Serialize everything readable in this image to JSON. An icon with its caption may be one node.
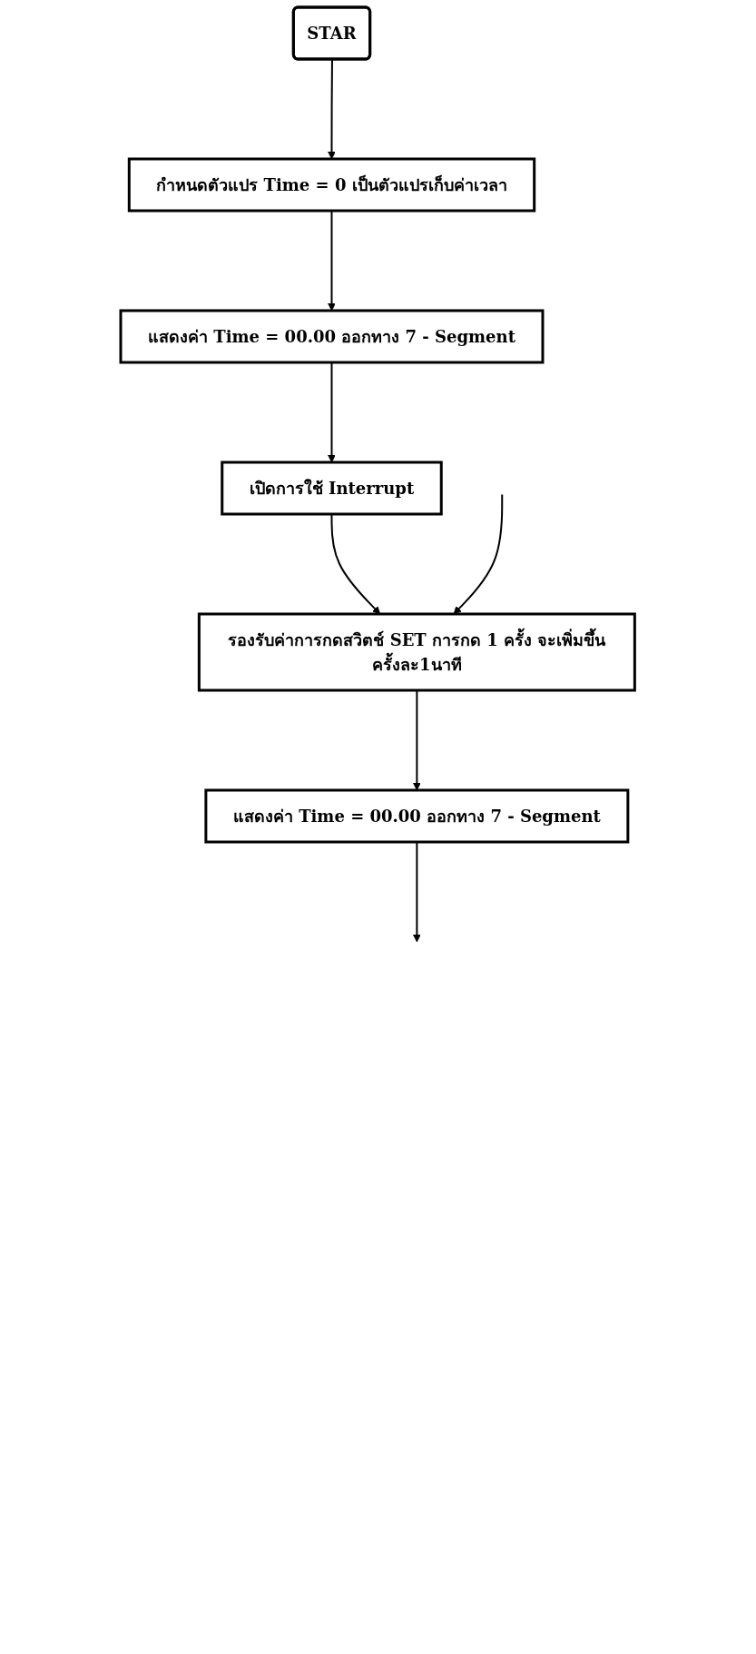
{
  "diagram": {
    "nodes": [
      {
        "text": [
          "STAR"
        ]
      },
      {
        "text": [
          "กำหนดตัวแปร  Time = 0 เป็นตัวแปรเก็บค่าเวลา"
        ]
      },
      {
        "text": [
          "แสดงค่า  Time = 00.00 ออกทาง 7 - Segment"
        ]
      },
      {
        "text": [
          "เปิดการใช้ Interrupt"
        ]
      },
      {
        "text": [
          "รองรับค่าการกดสวิตช์ SET การกด 1 ครั้ง จะเพิ่มขึ้นครั้งละ1นาที"
        ]
      },
      {
        "text": [
          "แสดงค่า  Time = 00.00 ออกทาง 7 - Segment"
        ]
      }
    ],
    "edges": [
      {
        "from": 0,
        "to": 1,
        "arrow": "to"
      },
      {
        "from": 1,
        "to": 2,
        "arrow": "to"
      },
      {
        "from": 2,
        "to": 3,
        "arrow": "to"
      },
      {
        "from": 3,
        "to": 4,
        "arrow": "to"
      },
      {
        "from": null,
        "to": 4,
        "arrow": "to"
      },
      {
        "from": 5,
        "to": null,
        "arrow": "to"
      },
      {
        "from": 4,
        "to": 5,
        "arrow": "to"
      }
    ]
  }
}
